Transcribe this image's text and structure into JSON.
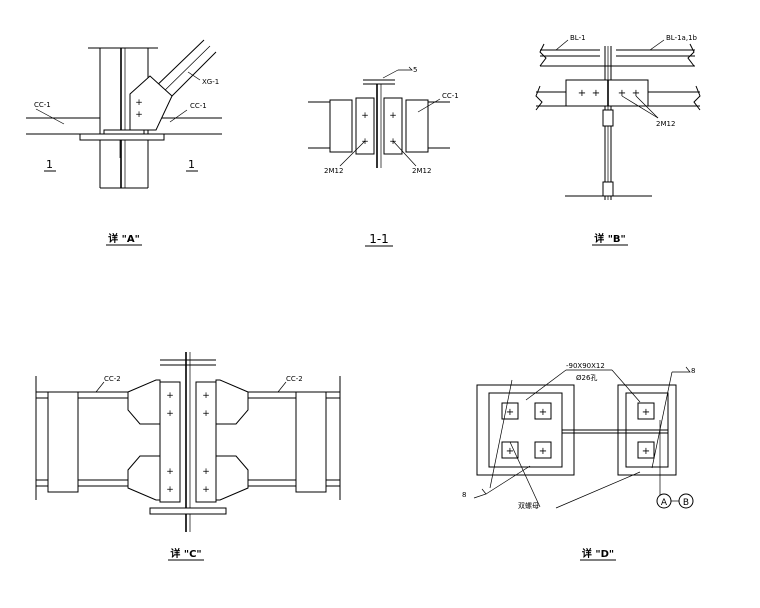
{
  "details": {
    "A": {
      "caption": "详 \"A\"",
      "labels": {
        "cc_left": "CC-1",
        "cc_right": "CC-1",
        "brace": "XG-1",
        "cut_left": "1",
        "cut_right": "1"
      }
    },
    "section_1_1": {
      "caption": "1-1",
      "labels": {
        "cc": "CC-1",
        "bolt_left": "2M12",
        "bolt_right": "2M12",
        "weld": "5"
      }
    },
    "B": {
      "caption": "详 \"B\"",
      "labels": {
        "beam_left": "BL-1",
        "beam_right": "BL-1a,1b",
        "bolt": "2M12"
      }
    },
    "C": {
      "caption": "详 \"C\"",
      "labels": {
        "cc_left": "CC-2",
        "cc_right": "CC-2"
      }
    },
    "D": {
      "caption": "详 \"D\"",
      "labels": {
        "plate": "-90X90X12",
        "hole": "Ø26孔",
        "nut": "双螺母",
        "weld_left": "8",
        "weld_right": "8",
        "axis_a": "A",
        "axis_b": "B"
      }
    }
  }
}
